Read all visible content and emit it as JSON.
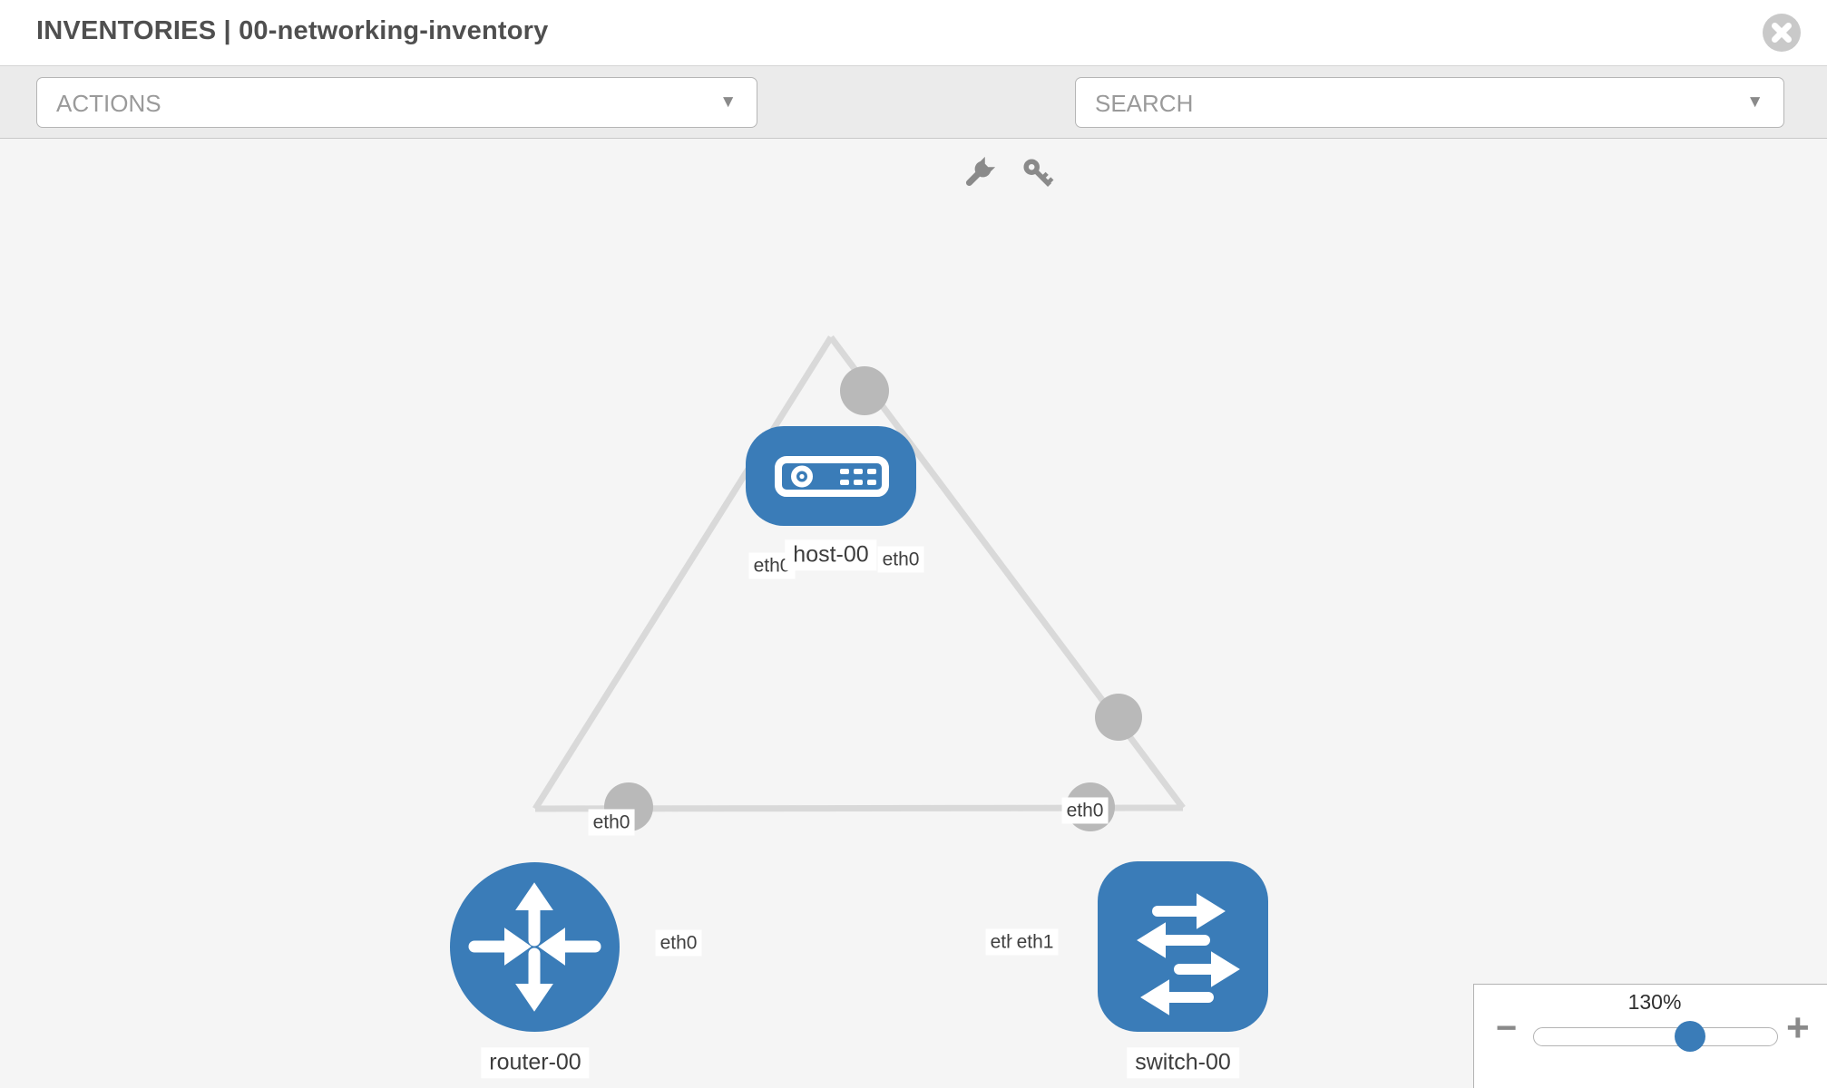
{
  "header": {
    "title": "INVENTORIES | 00-networking-inventory"
  },
  "toolbar": {
    "actions_label": "ACTIONS",
    "search_label": "SEARCH",
    "caret_glyph": "▼",
    "icons": [
      "wrench-icon",
      "key-icon"
    ]
  },
  "topology": {
    "nodes": [
      {
        "label": "host-00",
        "type": "host"
      },
      {
        "label": "router-00",
        "type": "router"
      },
      {
        "label": "switch-00",
        "type": "switch"
      }
    ],
    "links": [
      {
        "from": "host-00",
        "to": "router-00"
      },
      {
        "from": "host-00",
        "to": "switch-00"
      },
      {
        "from": "router-00",
        "to": "switch-00"
      }
    ],
    "interfaces": {
      "host_left": "eth0",
      "host_right": "eth0",
      "link_router_mid": "eth0",
      "link_switch_mid": "eth0",
      "router_right": "eth0",
      "switch_left_under": "eth0",
      "switch_left_over": "eth1"
    }
  },
  "zoom_control": {
    "level": "130%",
    "minus_glyph": "−",
    "plus_glyph": "+"
  },
  "colors": {
    "node_blue": "#3a7cb8",
    "link_gray": "#d9d9d9",
    "port_gray": "#b9b9b9",
    "toolbar_gray": "#ebebeb",
    "canvas_gray": "#f5f5f5"
  }
}
